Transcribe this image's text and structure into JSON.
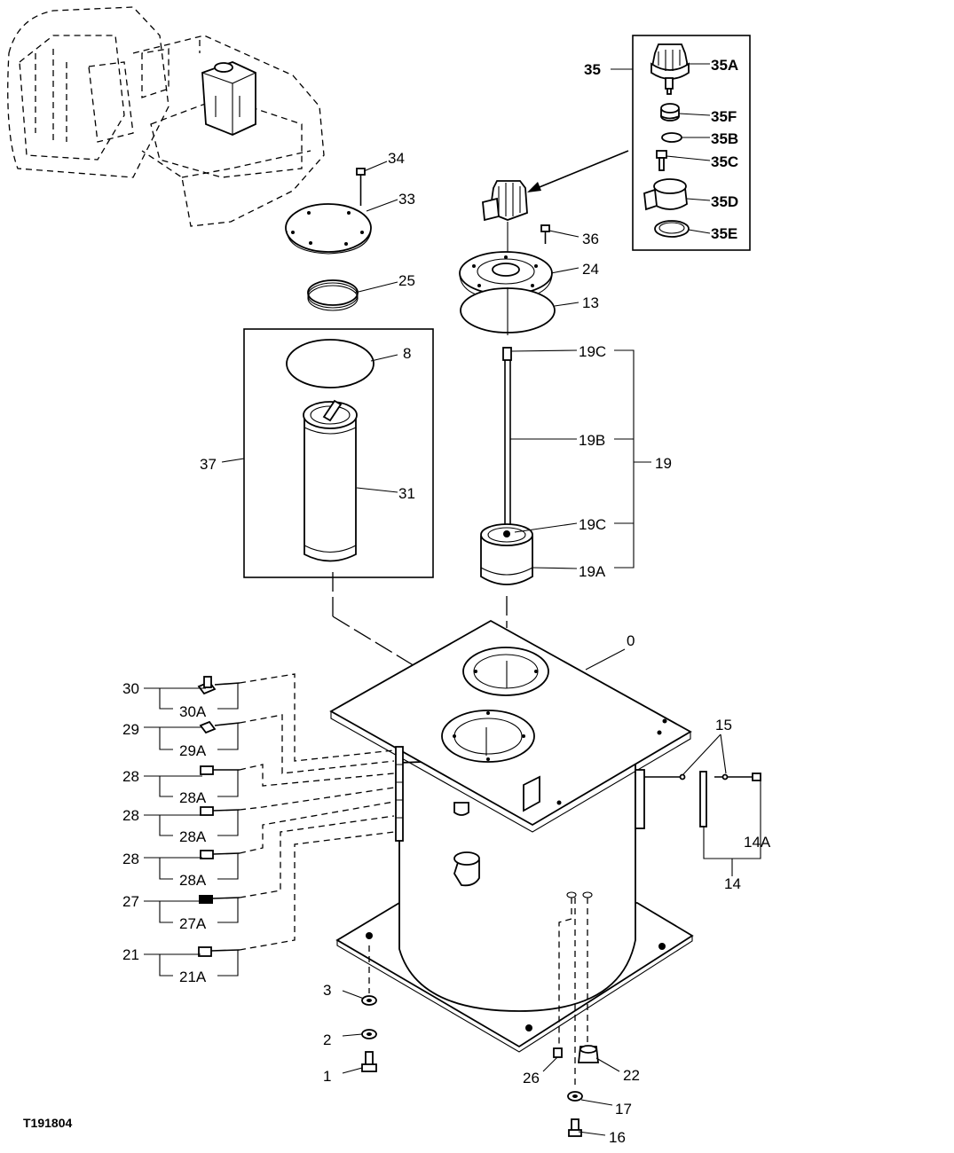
{
  "figure_id": "T191804",
  "callouts": {
    "c0": "0",
    "c1": "1",
    "c2": "2",
    "c3": "3",
    "c8": "8",
    "c13": "13",
    "c14": "14",
    "c14A": "14A",
    "c15": "15",
    "c16": "16",
    "c17": "17",
    "c19": "19",
    "c19A": "19A",
    "c19B": "19B",
    "c19C_top": "19C",
    "c19C_bottom": "19C",
    "c21": "21",
    "c21A": "21A",
    "c22": "22",
    "c24": "24",
    "c25": "25",
    "c26": "26",
    "c27": "27",
    "c27A": "27A",
    "c28_a": "28",
    "c28A_a": "28A",
    "c28_b": "28",
    "c28A_b": "28A",
    "c28_c": "28",
    "c28A_c": "28A",
    "c29": "29",
    "c29A": "29A",
    "c30": "30",
    "c30A": "30A",
    "c31": "31",
    "c33": "33",
    "c34": "34",
    "c35": "35",
    "c35A": "35A",
    "c35B": "35B",
    "c35C": "35C",
    "c35D": "35D",
    "c35E": "35E",
    "c35F": "35F",
    "c36": "36",
    "c37": "37"
  }
}
